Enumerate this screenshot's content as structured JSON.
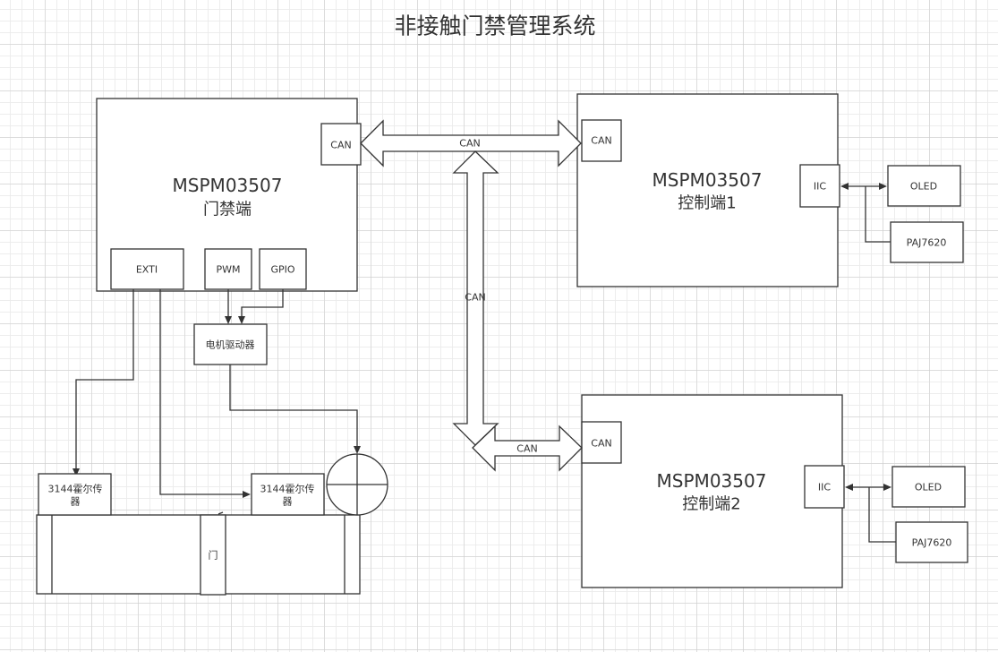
{
  "title": "非接触门禁管理系统",
  "door_end": {
    "chip": "MSPM03507",
    "role": "门禁端",
    "can_port": "CAN",
    "ports": [
      "EXTI",
      "PWM",
      "GPIO"
    ]
  },
  "control_1": {
    "chip": "MSPM03507",
    "role": "控制端1",
    "can_port": "CAN",
    "iic_port": "IIC",
    "peripherals": [
      "OLED",
      "PAJ7620"
    ]
  },
  "control_2": {
    "chip": "MSPM03507",
    "role": "控制端2",
    "can_port": "CAN",
    "iic_port": "IIC",
    "peripherals": [
      "OLED",
      "PAJ7620"
    ]
  },
  "bus_labels": {
    "top": "CAN",
    "vertical": "CAN",
    "bottom": "CAN"
  },
  "motor_driver": "电机驱动器",
  "hall_sensor_left": [
    "3144霍尔传",
    "器"
  ],
  "hall_sensor_right": [
    "3144霍尔传",
    "器"
  ],
  "door_label": "门"
}
